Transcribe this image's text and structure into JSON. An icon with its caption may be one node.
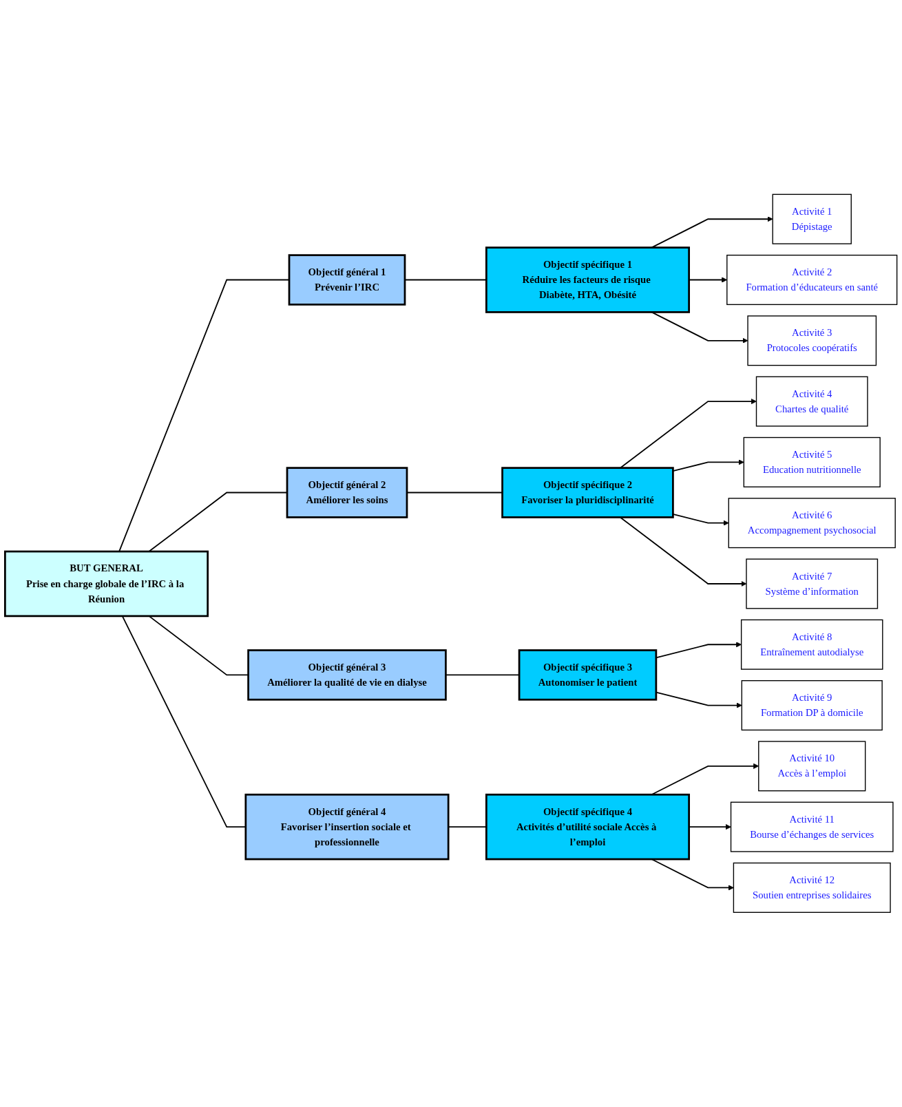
{
  "diagram": {
    "nodes": [
      {
        "text": [
          "BUT GENERAL",
          "Prise en charge globale de l’IRC à la Réunion"
        ]
      },
      {
        "text": [
          "Objectif général 1",
          "Prévenir l’IRC"
        ]
      },
      {
        "text": [
          "Objectif spécifique 1",
          "Réduire les facteurs de risque Diabète, HTA, Obésité"
        ]
      },
      {
        "text": [
          "Activité 1",
          "Dépistage"
        ]
      },
      {
        "text": [
          "Activité 2",
          "Formation d’éducateurs en santé"
        ]
      },
      {
        "text": [
          "Activité 3",
          "Protocoles coopératifs"
        ]
      },
      {
        "text": [
          "Objectif général 2",
          "Améliorer les soins"
        ]
      },
      {
        "text": [
          "Objectif spécifique 2",
          "Favoriser la pluridisciplinarité"
        ]
      },
      {
        "text": [
          "Activité 4",
          "Chartes de qualité"
        ]
      },
      {
        "text": [
          "Activité 5",
          "Education nutritionnelle"
        ]
      },
      {
        "text": [
          "Activité 6",
          "Accompagnement psychosocial"
        ]
      },
      {
        "text": [
          "Activité 7",
          "Système d’information"
        ]
      },
      {
        "text": [
          "Objectif général 3",
          "Améliorer la qualité de vie en dialyse"
        ]
      },
      {
        "text": [
          "Objectif spécifique 3",
          "Autonomiser le patient"
        ]
      },
      {
        "text": [
          "Activité 8",
          "Entraînement autodialyse"
        ]
      },
      {
        "text": [
          "Activité 9",
          "Formation DP à domicile"
        ]
      },
      {
        "text": [
          "Objectif général 4",
          "Favoriser l’insertion sociale et professionnelle"
        ]
      },
      {
        "text": [
          "Objectif spécifique 4",
          "Activités d’utilité sociale Accès à l’emploi"
        ]
      },
      {
        "text": [
          "Activité 10",
          "Accès à l’emploi"
        ]
      },
      {
        "text": [
          "Activité 11",
          "Bourse d’échanges de services"
        ]
      },
      {
        "text": [
          "Activité 12",
          "Soutien entreprises solidaires"
        ]
      }
    ],
    "edges": [
      {
        "from": 0,
        "to": 1,
        "arrow": "none"
      },
      {
        "from": 0,
        "to": 6,
        "arrow": "none"
      },
      {
        "from": 0,
        "to": 12,
        "arrow": "none"
      },
      {
        "from": 0,
        "to": 16,
        "arrow": "none"
      },
      {
        "from": 1,
        "to": 2,
        "arrow": "none"
      },
      {
        "from": 2,
        "to": 3,
        "arrow": "to"
      },
      {
        "from": 2,
        "to": 4,
        "arrow": "to"
      },
      {
        "from": 2,
        "to": 5,
        "arrow": "to"
      },
      {
        "from": 6,
        "to": 7,
        "arrow": "none"
      },
      {
        "from": 7,
        "to": 8,
        "arrow": "to"
      },
      {
        "from": 7,
        "to": 9,
        "arrow": "to"
      },
      {
        "from": 7,
        "to": 10,
        "arrow": "to"
      },
      {
        "from": 7,
        "to": 11,
        "arrow": "to"
      },
      {
        "from": 12,
        "to": 13,
        "arrow": "none"
      },
      {
        "from": 13,
        "to": 14,
        "arrow": "to"
      },
      {
        "from": 13,
        "to": 15,
        "arrow": "to"
      },
      {
        "from": 16,
        "to": 17,
        "arrow": "none"
      },
      {
        "from": 17,
        "to": 18,
        "arrow": "to"
      },
      {
        "from": 17,
        "to": 19,
        "arrow": "to"
      },
      {
        "from": 17,
        "to": 20,
        "arrow": "to"
      }
    ]
  }
}
